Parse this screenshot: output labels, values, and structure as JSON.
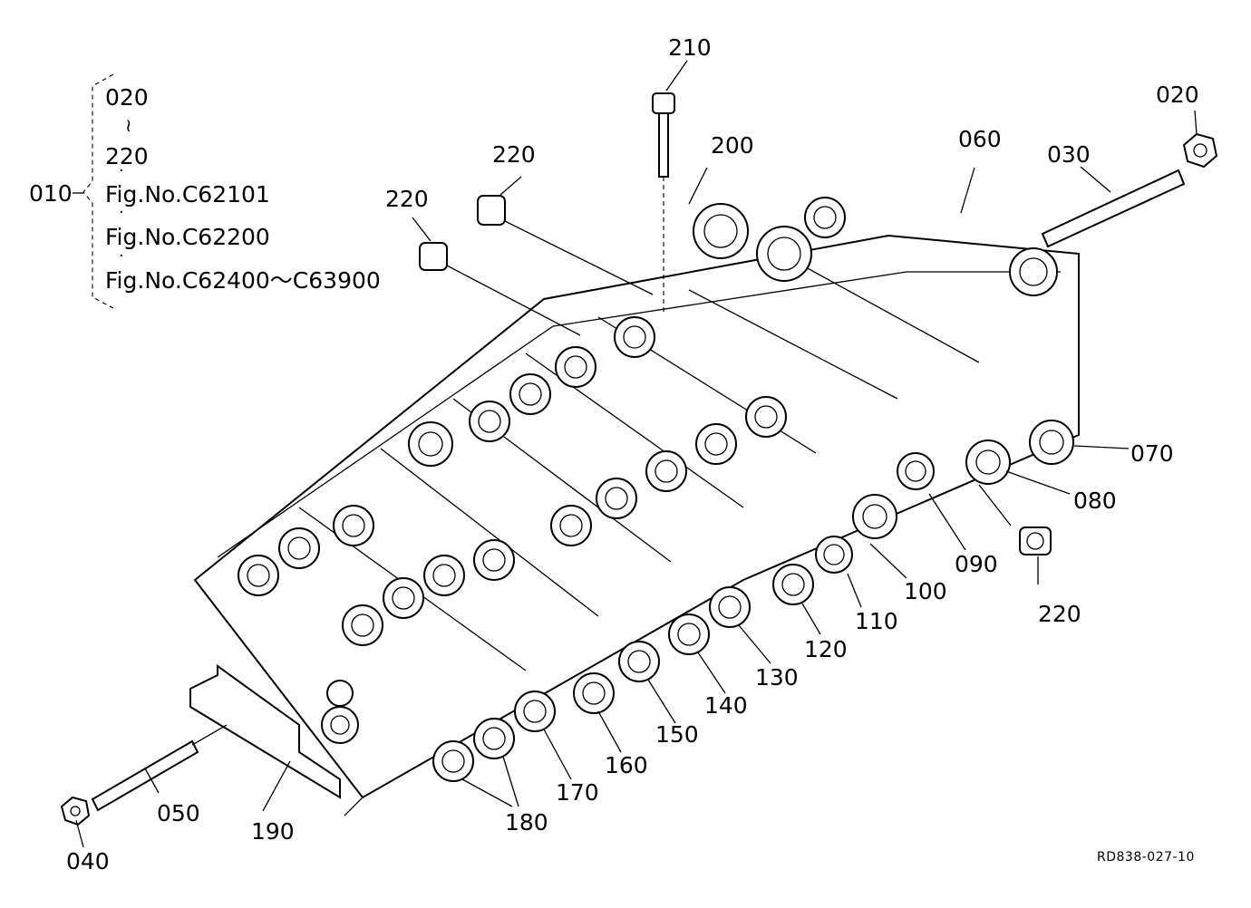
{
  "legend": {
    "main_ref": "010",
    "lines": [
      "020",
      "≀",
      "220",
      "·",
      "Fig.No.C62101",
      "·",
      "Fig.No.C62200",
      "·",
      "Fig.No.C62400～C63900"
    ]
  },
  "callouts": {
    "c210": "210",
    "c020_top": "020",
    "c220_a": "220",
    "c200": "200",
    "c060": "060",
    "c030": "030",
    "c220_b": "220",
    "c070": "070",
    "c080": "080",
    "c090": "090",
    "c100": "100",
    "c220_c": "220",
    "c110": "110",
    "c120": "120",
    "c130": "130",
    "c140": "140",
    "c150": "150",
    "c160": "160",
    "c170": "170",
    "c180": "180",
    "c190": "190",
    "c050": "050",
    "c040": "040"
  },
  "drawing_ref": "RD838-027-10"
}
